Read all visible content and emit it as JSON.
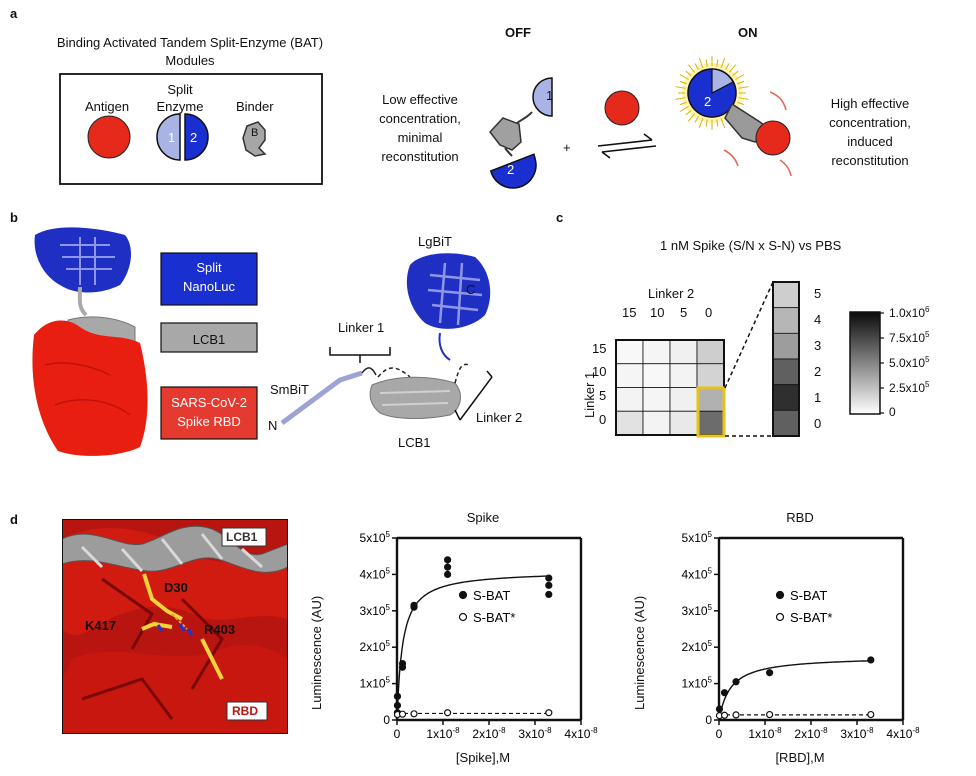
{
  "panels": {
    "a": {
      "letter": "a",
      "title_line1": "Binding Activated Tandem Split-Enzyme (BAT)",
      "title_line2": "Modules",
      "antigen": "Antigen",
      "split_l1": "Split",
      "split_l2": "Enzyme",
      "binder": "Binder",
      "n1": "1",
      "n2": "2",
      "b": "B",
      "off": "OFF",
      "on": "ON",
      "off_l1": "Low effective",
      "off_l2": "concentration,",
      "off_l3": "minimal",
      "off_l4": "reconstitution",
      "on_l1": "High effective",
      "on_l2": "concentration,",
      "on_l3": "induced",
      "on_l4": "reconstitution",
      "plus": "+"
    },
    "b": {
      "letter": "b",
      "legend": [
        "Split NanoLuc",
        "LCB1",
        "SARS-CoV-2 Spike RBD"
      ],
      "legend_split": [
        "Split",
        "NanoLuc"
      ],
      "legend_rbd": [
        "SARS-CoV-2",
        "Spike RBD"
      ],
      "lgbit": "LgBiT",
      "c": "C",
      "linker1": "Linker 1",
      "linker2": "Linker 2",
      "smbit": "SmBiT",
      "n": "N",
      "lcb1": "LCB1",
      "colors": {
        "nanoluc": "#1f2fc4",
        "lcb1": "#a8a8a8",
        "rbd": "#e53a2f"
      }
    },
    "c": {
      "letter": "c",
      "title": "1 nM Spike (S/N x S-N) vs PBS",
      "xlabel": "Linker 2",
      "ylabel": "Linker 1",
      "xticks": [
        "15",
        "10",
        "5",
        "0"
      ],
      "yticks": [
        "15",
        "10",
        "5",
        "0"
      ],
      "zoom_ticks": [
        "5",
        "4",
        "3",
        "2",
        "1",
        "0"
      ],
      "cbar_ticks": [
        "1.0x10",
        "7.5x10",
        "5.0x10",
        "2.5x10",
        "0"
      ],
      "cbar_exp": [
        "6",
        "5",
        "5",
        "5",
        ""
      ]
    },
    "d": {
      "letter": "d",
      "struct_labels": {
        "lcb1": "LCB1",
        "rbd": "RBD",
        "d30": "D30",
        "k417": "K417",
        "r403": "R403"
      }
    }
  },
  "chart_data": [
    {
      "type": "scatter",
      "title": "Spike",
      "xlabel": "[Spike],M",
      "ylabel": "Luminescence (AU)",
      "xlim": [
        0,
        4e-08
      ],
      "ylim": [
        0,
        500000
      ],
      "xtick_labels": [
        "0",
        "1x10",
        "2x10",
        "3x10",
        "4x10"
      ],
      "xtick_exp": [
        "",
        "-8",
        "-8",
        "-8",
        "-8"
      ],
      "ytick_labels": [
        "0",
        "1x10",
        "2x10",
        "3x10",
        "4x10",
        "5x10"
      ],
      "ytick_exp": [
        "",
        "5",
        "5",
        "5",
        "5",
        "5"
      ],
      "series": [
        {
          "name": "S-BAT",
          "x": [
            1e-10,
            1e-10,
            1e-10,
            1.2e-09,
            1.2e-09,
            3.7e-09,
            3.7e-09,
            1.1e-08,
            1.1e-08,
            1.1e-08,
            3.3e-08,
            3.3e-08,
            3.3e-08
          ],
          "y": [
            20000,
            40000,
            65000,
            145000,
            155000,
            310000,
            315000,
            400000,
            420000,
            440000,
            345000,
            370000,
            390000
          ],
          "fit": {
            "model": "hyperbolic",
            "bmax": 410000,
            "kd": 1.2e-09,
            "line": "solid"
          }
        },
        {
          "name": "S-BAT*",
          "x": [
            1e-10,
            1.2e-09,
            3.7e-09,
            1.1e-08,
            3.3e-08
          ],
          "y": [
            15000,
            16000,
            17000,
            20000,
            20000
          ],
          "fit": {
            "line": "dashed",
            "y": 18000
          }
        }
      ]
    },
    {
      "type": "scatter",
      "title": "RBD",
      "xlabel": "[RBD],M",
      "ylabel": "Luminescence (AU)",
      "xlim": [
        0,
        4e-08
      ],
      "ylim": [
        0,
        500000
      ],
      "xtick_labels": [
        "0",
        "1x10",
        "2x10",
        "3x10",
        "4x10"
      ],
      "xtick_exp": [
        "",
        "-8",
        "-8",
        "-8",
        "-8"
      ],
      "ytick_labels": [
        "0",
        "1x10",
        "2x10",
        "3x10",
        "4x10",
        "5x10"
      ],
      "ytick_exp": [
        "",
        "5",
        "5",
        "5",
        "5",
        "5"
      ],
      "series": [
        {
          "name": "S-BAT",
          "x": [
            1e-10,
            1.2e-09,
            3.7e-09,
            1.1e-08,
            3.3e-08
          ],
          "y": [
            30000,
            75000,
            105000,
            130000,
            165000
          ],
          "fit": {
            "model": "hyperbolic",
            "bmax": 175000,
            "kd": 2.5e-09,
            "line": "solid"
          }
        },
        {
          "name": "S-BAT*",
          "x": [
            1e-10,
            1.2e-09,
            3.7e-09,
            1.1e-08,
            3.3e-08
          ],
          "y": [
            12000,
            13000,
            14000,
            15000,
            15000
          ],
          "fit": {
            "line": "dashed",
            "y": 14000
          }
        }
      ]
    },
    {
      "type": "heatmap",
      "rows": [
        "15",
        "10",
        "5",
        "0"
      ],
      "cols": [
        "15",
        "10",
        "5",
        "0"
      ],
      "values": [
        [
          30000,
          40000,
          60000,
          200000
        ],
        [
          40000,
          30000,
          50000,
          180000
        ],
        [
          50000,
          40000,
          60000,
          320000
        ],
        [
          120000,
          50000,
          90000,
          600000
        ]
      ],
      "zoom_column": {
        "labels": [
          "5",
          "4",
          "3",
          "2",
          "1",
          "0"
        ],
        "values": [
          200000,
          300000,
          400000,
          650000,
          850000,
          650000
        ]
      },
      "colorbar_range": [
        0,
        1000000
      ]
    }
  ]
}
